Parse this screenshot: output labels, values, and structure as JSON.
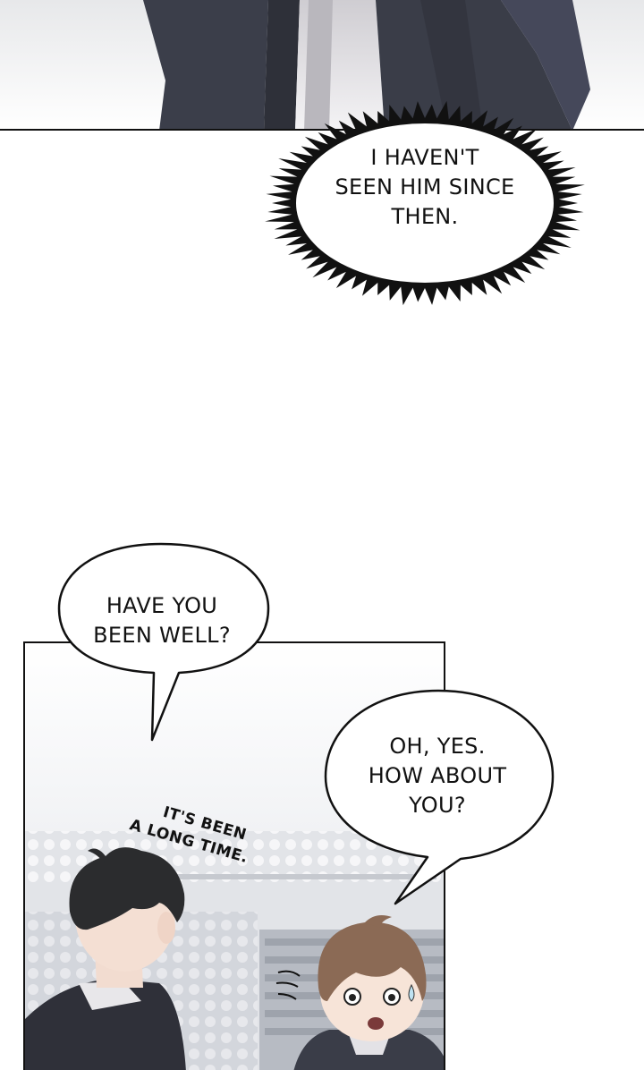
{
  "comic": {
    "bubbles": {
      "flashback": {
        "lines": [
          "I HAVEN'T",
          "SEEN HIM SINCE",
          "THEN."
        ]
      },
      "greeting": {
        "lines": [
          "HAVE YOU",
          "BEEN WELL?"
        ]
      },
      "reply": {
        "lines": [
          "OH, YES.",
          "HOW ABOUT",
          "YOU?"
        ]
      }
    },
    "sfx": {
      "lines": [
        "IT'S BEEN",
        "A LONG TIME."
      ]
    },
    "colors": {
      "background": "#ffffff",
      "ink": "#111111",
      "suit": "#3a3d48",
      "shirt": "#e4e2e6",
      "hair_dark": "#2b2c2e",
      "hair_brown": "#8b6a55",
      "skin": "#f7e4d8",
      "sky": "#eaecef"
    }
  }
}
